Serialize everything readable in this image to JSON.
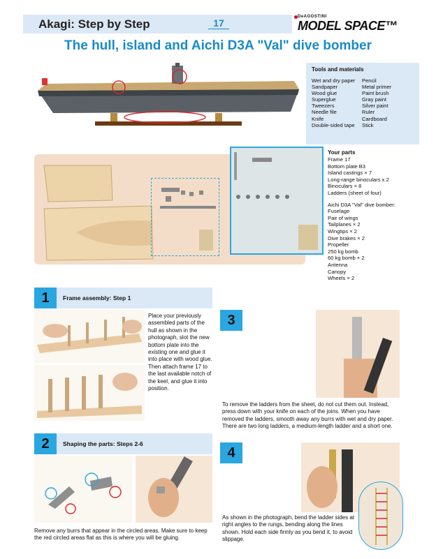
{
  "header": {
    "series_title": "Akagi: Step by Step",
    "issue_number": "17",
    "brand_top": "DeAGOSTINI",
    "brand_main": "MODEL SPACE™"
  },
  "page_title": "The hull, island and Aichi D3A \"Val\" dive bomber",
  "tools": {
    "heading": "Tools and materials",
    "items": [
      "Wet and dry paper",
      "Pencil",
      "Sandpaper",
      "Metal primer",
      "Wood glue",
      "Paint brush",
      "Superglue",
      "Gray paint",
      "Tweezers",
      "Silver paint",
      "Needle file",
      "Ruler",
      "Knife",
      "Cardboard",
      "Double-sided tape",
      "Stick"
    ]
  },
  "parts": {
    "heading": "Your parts",
    "items": [
      "Frame 17",
      "Bottom plate B3",
      "Island castings × 7",
      "Long-range binoculars x 2",
      "Binoculars × 8",
      "Ladders (sheet of four)"
    ],
    "dive_bomber_heading": "Aichi D3A \"Val\" dive bomber:",
    "dive_bomber_items": [
      "Fuselage",
      "Pair of wings",
      "Tailplanes × 2",
      "Wingtips × 2",
      "Dive brakes × 2",
      "Propeller",
      "250 kg bomb",
      "60 kg bomb × 2",
      "Antenna",
      "Canopy",
      "Wheels × 2"
    ]
  },
  "steps": [
    {
      "number": "1",
      "title": "Frame assembly: Step 1",
      "text": "Place your previously assembled parts of the hull as shown in the photograph, slot the new bottom plate into the existing one and glue it into place with wood glue. Then attach frame 17 to the last available notch of the keel, and glue it into position."
    },
    {
      "number": "2",
      "title": "Shaping the parts: Steps 2-6",
      "text": "Remove any burrs that appear in the circled areas. Make sure to keep the red circled areas flat as this is where you will be gluing."
    },
    {
      "number": "3",
      "text": "To remove the ladders from the sheet, do not cut them out. Instead, press down with your knife on each of the joins. When you have removed the ladders, smooth away any burrs with wet and dry paper. There are two long ladders, a medium-length ladder and a short one."
    },
    {
      "number": "4",
      "text": "As shown in the photograph, bend the ladder sides at right angles to the rungs, bending along the lines shown. Hold each side firmly as you bend it, to avoid slippage."
    }
  ],
  "colors": {
    "accent": "#1a8bc9",
    "panel": "#dbe8f6",
    "step_badge": "#2aa7e0",
    "highlight_circle": "#d9262b"
  }
}
